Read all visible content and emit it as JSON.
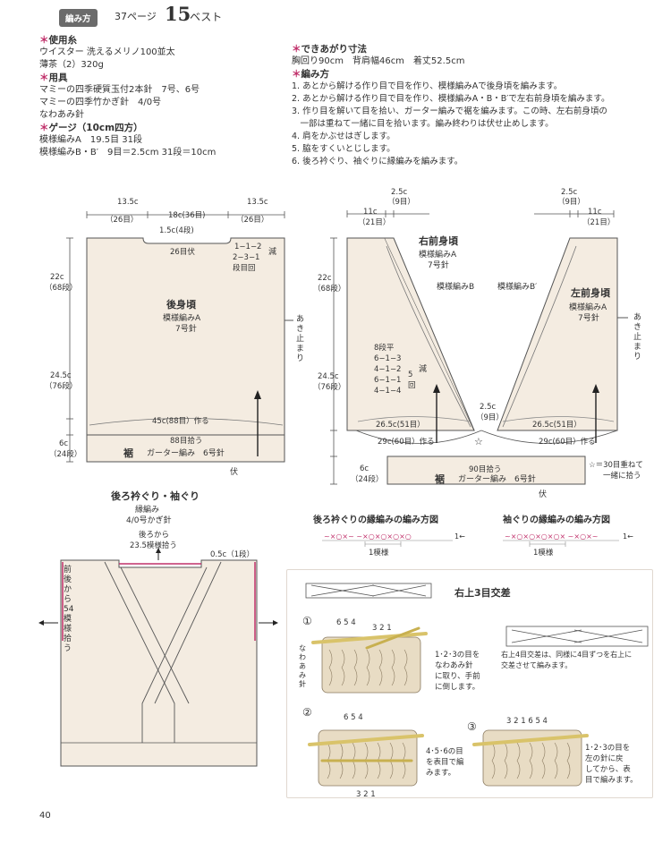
{
  "header": {
    "badge": "編み方",
    "page_ref": "37ページ",
    "number": "15",
    "item": "ベスト"
  },
  "materials": {
    "yarn_title": "使用糸",
    "yarn_line1": "ウイスター 洗えるメリノ100並太",
    "yarn_line2": "薄茶（2）320g",
    "tools_title": "用具",
    "tools_line1": "マミーの四季硬質玉付2本針　7号、6号",
    "tools_line2": "マミーの四季竹かぎ針　4/0号",
    "tools_line3": "なわあみ針",
    "gauge_title": "ゲージ（10cm四方）",
    "gauge_line1": "模様編みA　19.5目 31段",
    "gauge_line2": "模様編みB・B′　9目＝2.5cm 31段＝10cm"
  },
  "finished": {
    "title": "できあがり寸法",
    "line": "胸回り90cm　背肩幅46cm　着丈52.5cm"
  },
  "method": {
    "title": "編み方",
    "steps": [
      "1. あとから解ける作り目で目を作り、模様編みAで後身頃を編みます。",
      "2. あとから解ける作り目で目を作り、模様編みA・B・B′で左右前身頃を編みます。",
      "3. 作り目を解いて目を拾い、ガーター編みで裾を編みます。この時、左右前身頃の",
      "　一部は重ねて一緒に目を拾います。編み終わりは伏せ止めします。",
      "4. 肩をかぶせはぎします。",
      "5. 脇をすくいとじします。",
      "6. 後ろ衿ぐり、袖ぐりに縁編みを編みます。"
    ]
  },
  "back": {
    "top_left": "13.5c",
    "top_left_st": "（26目）",
    "top_mid": "18c(36目)",
    "top_right": "13.5c",
    "top_right_st": "（26目）",
    "neck_dip": "1.5c(4段)",
    "bind_off": "26目伏",
    "dec_rows": [
      "1−1−2",
      "2−3−1",
      "段目回"
    ],
    "dec_label": "減",
    "h1": "22c",
    "h1_rows": "（68段）",
    "title": "後身頃",
    "pattern": "模様編みA",
    "needle": "7号針",
    "side_label": "あき止まり",
    "h2": "24.5c",
    "h2_rows": "（76段）",
    "cast_on": "45c(88目）作る",
    "pickup": "88目拾う",
    "hem_name": "裾",
    "hem_pattern": "ガーター編み　6号針",
    "h3": "6c",
    "h3_rows": "（24段）",
    "bottom_label": "伏"
  },
  "front": {
    "tl_a": "2.5c",
    "tl_a_st": "（9目）",
    "tl_b": "11c",
    "tl_b_st": "（21目）",
    "tr_a": "2.5c",
    "tr_a_st": "（9目）",
    "tr_b": "11c",
    "tr_b_st": "（21目）",
    "right_title": "右前身頃",
    "right_pattern": "模様編みA",
    "right_needle": "7号針",
    "pattern_b": "模様編みB",
    "left_title": "左前身頃",
    "left_pattern": "模様編みA",
    "left_needle": "7号針",
    "pattern_b2": "模様編みB′",
    "h1": "22c",
    "h1_rows": "（68段）",
    "h2": "24.5c",
    "h2_rows": "（76段）",
    "dec": [
      "8段平",
      "6−1−3",
      "4−1−2",
      "6−1−1",
      "4−1−4"
    ],
    "dec_num": "5",
    "dec_kai": "回",
    "dec_label": "減",
    "side_label": "あき止まり",
    "center": "2.5c",
    "center_st": "（9目）",
    "w_left": "26.5c(51目）",
    "w_right": "26.5c(51目）",
    "pick_left": "29c(60目）作る",
    "pick_right": "29c(60目）作る",
    "hem_pickup": "90目拾う",
    "hem_name": "裾",
    "hem_pattern": "ガーター編み　6号針",
    "h3": "6c",
    "h3_rows": "（24段）",
    "bottom_label": "伏",
    "note_line1": "☆＝30目重ねて",
    "note_line2": "一緒に拾う"
  },
  "edging": {
    "title": "後ろ衿ぐり・袖ぐり",
    "pattern": "縁編み",
    "hook": "4/0号かぎ針",
    "back_pick1": "後ろから",
    "back_pick2": "23.5模様拾う",
    "edge_w": "0.5c（1段）",
    "side_pick": "前後から54模様拾う"
  },
  "charts": {
    "neck_title": "後ろ衿ぐりの縁編みの編み方図",
    "arm_title": "袖ぐりの縁編みの編み方図",
    "repeat": "1模様",
    "arrow": "1←"
  },
  "cable": {
    "title": "右上3目交差",
    "step1": "①",
    "step1_nums": "6 5 4",
    "step1_nums2": "3 2 1",
    "needle_label": "なわあみ針",
    "step1_note": [
      "1･2･3の目を",
      "なわあみ針",
      "に取り、手前",
      "に倒します。"
    ],
    "side_note": [
      "右上4目交差は、同様に4目ずつを右上に",
      "交差させて編みます。"
    ],
    "step2": "②",
    "step2_nums": "6 5 4",
    "step2_bottom": "3 2 1",
    "step2_note": [
      "4･5･6の目",
      "を表目で編",
      "みます。"
    ],
    "step3": "③",
    "step3_nums": "3 2 1 6 5 4",
    "step3_note": [
      "1･2･3の目を",
      "左の針に戻",
      "してから、表",
      "目で編みます。"
    ]
  },
  "page_number": "40",
  "colors": {
    "fill": "#f4ece1",
    "line": "#555555",
    "accent": "#c0306a"
  }
}
